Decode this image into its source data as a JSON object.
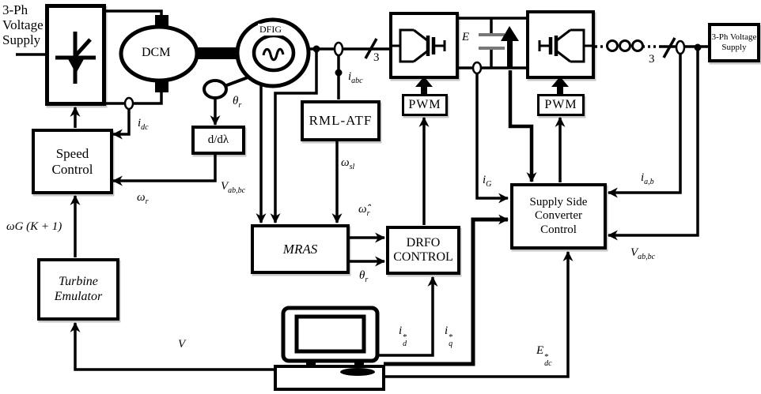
{
  "figure": {
    "supply_left": "3-Ph\nVoltage\nSupply",
    "supply_right": "3-Ph Voltage\nSupply",
    "dcm": "DCM",
    "dfig": "DFIG",
    "speed_control": "Speed\nControl",
    "d_dlambda": "d/dλ",
    "rml_atf": "RML-ATF",
    "mras": "MRAS",
    "drfo": "DRFO\nCONTROL",
    "supply_side_control": "Supply Side\nConverter\nControl",
    "pwm": "PWM",
    "turbine_emulator": "Turbine\nEmulator"
  },
  "labels": {
    "i_dc": {
      "base": "i",
      "sub": "dc"
    },
    "theta_r": {
      "base": "θ",
      "sub": "r"
    },
    "v_abbc": {
      "base": "V",
      "sub": "ab,bc"
    },
    "omega_r": {
      "base": "ω",
      "sub": "r"
    },
    "omega_g": {
      "base": "ωG (K + 1)"
    },
    "i_abc": {
      "base": "i",
      "sub": "abc"
    },
    "omega_sl": {
      "base": "ω",
      "sub": "sl"
    },
    "omega_r_hat": {
      "base": "ω̂",
      "sub": "r"
    },
    "phase3": "3",
    "e_link": "E",
    "i_g": {
      "base": "i",
      "sub": "G"
    },
    "i_ab": {
      "base": "i",
      "sub": "a,b"
    },
    "v": "V",
    "i_d_ref": {
      "base": "i",
      "sub": "d",
      "sup": "*"
    },
    "i_q_ref": {
      "base": "i",
      "sub": "q",
      "sup": "*"
    },
    "e_dc_ref": {
      "base": "E",
      "sub": "dc",
      "sup": "*"
    }
  },
  "colors": {
    "ink": "#000000",
    "paper": "#ffffff",
    "scan_gray": "#777777"
  }
}
